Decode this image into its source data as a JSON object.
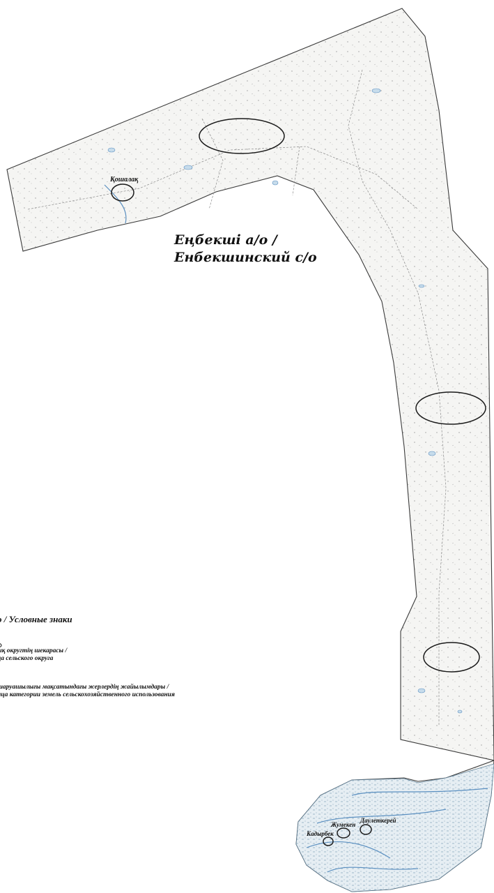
{
  "map": {
    "region_name": {
      "kz": "Еңбекші а/о  /",
      "ru": "Енбекшинский с/о"
    },
    "settlements": [
      "Қошалақ",
      "Жумекен",
      "Даулеткерей",
      "Кадырбек"
    ],
    "legend": {
      "title": "о  /  Условные знаки",
      "items": [
        {
          "symbol": "outline",
          "line1": "ық округтің шекарасы /",
          "line2": "ца сельского округа"
        },
        {
          "symbol": "ellipse",
          "line1": "шаруашылығы мақсатындағы жерлердің жайылымдары /",
          "line2": "ица категории земель сельскохозяйственного использования"
        }
      ]
    },
    "colors": {
      "boundary": "#3a3a3a",
      "water": "#5a8fc0",
      "terrain": "#7f7f7f",
      "background": "#ffffff"
    }
  }
}
